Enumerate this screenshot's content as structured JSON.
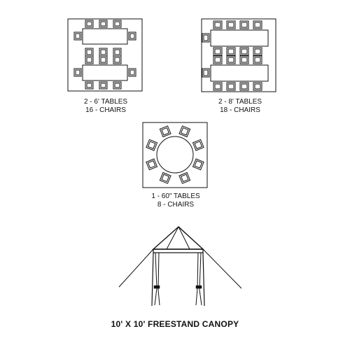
{
  "layouts": [
    {
      "line1": "2 - 6' TABLES",
      "line2": "16 - CHAIRS"
    },
    {
      "line1": "2 - 8' TABLES",
      "line2": "18 - CHAIRS"
    },
    {
      "line1": "1 - 60\" TABLES",
      "line2": "8 - CHAIRS"
    }
  ],
  "title": "10' X 10' FREESTAND CANOPY",
  "colors": {
    "ink": "#111111",
    "background": "#ffffff"
  }
}
